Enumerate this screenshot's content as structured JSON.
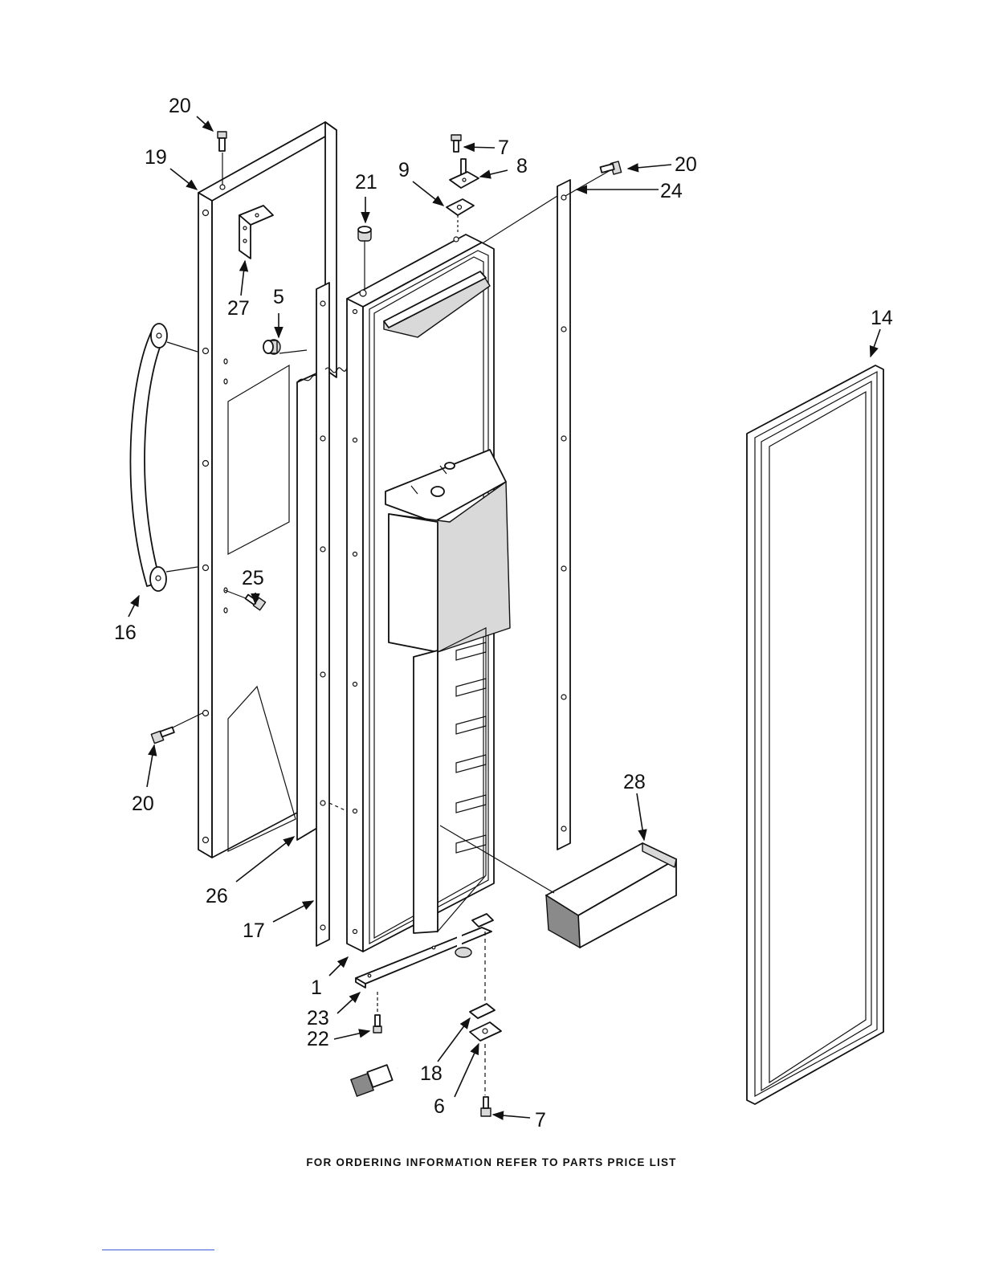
{
  "footer_text": "FOR ORDERING INFORMATION REFER TO PARTS PRICE LIST",
  "callouts": [
    {
      "id": "c20a",
      "text": "20"
    },
    {
      "id": "c19",
      "text": "19"
    },
    {
      "id": "c27",
      "text": "27"
    },
    {
      "id": "c5",
      "text": "5"
    },
    {
      "id": "c16",
      "text": "16"
    },
    {
      "id": "c25",
      "text": "25"
    },
    {
      "id": "c20b",
      "text": "20"
    },
    {
      "id": "c26",
      "text": "26"
    },
    {
      "id": "c17",
      "text": "17"
    },
    {
      "id": "c1",
      "text": "1"
    },
    {
      "id": "c23",
      "text": "23"
    },
    {
      "id": "c22",
      "text": "22"
    },
    {
      "id": "c21",
      "text": "21"
    },
    {
      "id": "c9",
      "text": "9"
    },
    {
      "id": "c7a",
      "text": "7"
    },
    {
      "id": "c8",
      "text": "8"
    },
    {
      "id": "c20c",
      "text": "20"
    },
    {
      "id": "c24",
      "text": "24"
    },
    {
      "id": "c14",
      "text": "14"
    },
    {
      "id": "c28",
      "text": "28"
    },
    {
      "id": "c18",
      "text": "18"
    },
    {
      "id": "c6",
      "text": "6"
    },
    {
      "id": "c7b",
      "text": "7"
    }
  ]
}
